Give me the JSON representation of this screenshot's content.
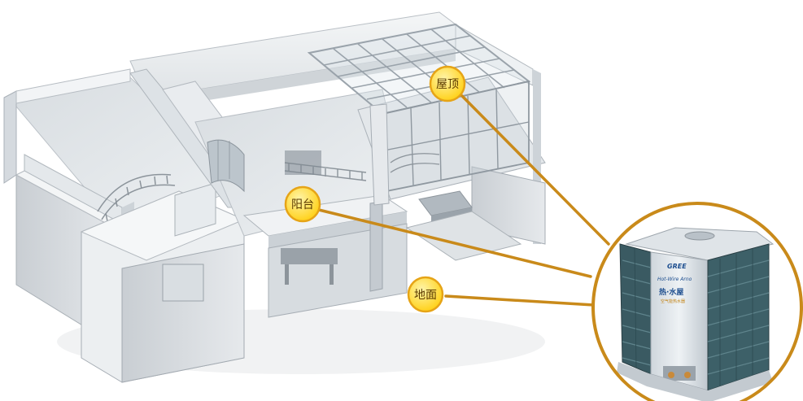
{
  "callouts": [
    {
      "id": "roof",
      "label": "屋顶"
    },
    {
      "id": "balcony",
      "label": "阳台"
    },
    {
      "id": "ground",
      "label": "地面"
    }
  ],
  "unit": {
    "brand": "GREE",
    "model_text": "Hot-Wire Arno",
    "chinese_name": "热·水屋",
    "subtitle": "空气能热水器"
  },
  "colors": {
    "callout_line": "#c98a1a",
    "callout_fill": "#ffd21a",
    "callout_ring": "#e6a417",
    "unit_frame": "#c98a1a",
    "building_wall": "#e9ecef",
    "building_shadow": "#b8bec4"
  }
}
